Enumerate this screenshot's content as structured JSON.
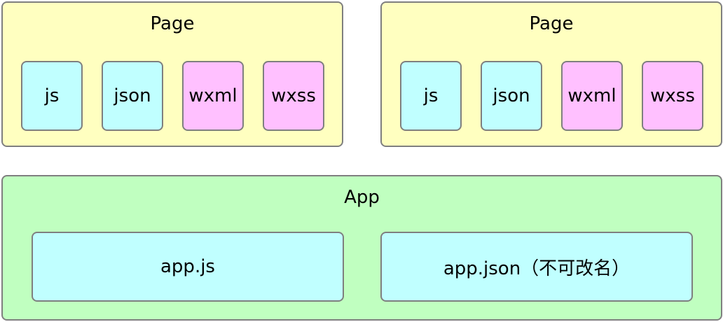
{
  "colors": {
    "page_bg": "#ffffc0",
    "app_bg": "#c0ffc0",
    "file_cyan": "#c0ffff",
    "file_pink": "#ffc0ff",
    "border": "#7f7f7f"
  },
  "pages": [
    {
      "title": "Page",
      "files": [
        {
          "label": "js",
          "color": "#c0ffff"
        },
        {
          "label": "json",
          "color": "#c0ffff"
        },
        {
          "label": "wxml",
          "color": "#ffc0ff"
        },
        {
          "label": "wxss",
          "color": "#ffc0ff"
        }
      ]
    },
    {
      "title": "Page",
      "files": [
        {
          "label": "js",
          "color": "#c0ffff"
        },
        {
          "label": "json",
          "color": "#c0ffff"
        },
        {
          "label": "wxml",
          "color": "#ffc0ff"
        },
        {
          "label": "wxss",
          "color": "#ffc0ff"
        }
      ]
    }
  ],
  "app": {
    "title": "App",
    "files": [
      {
        "label": "app.js",
        "color": "#c0ffff"
      },
      {
        "label": "app.json（不可改名）",
        "color": "#c0ffff"
      }
    ]
  }
}
